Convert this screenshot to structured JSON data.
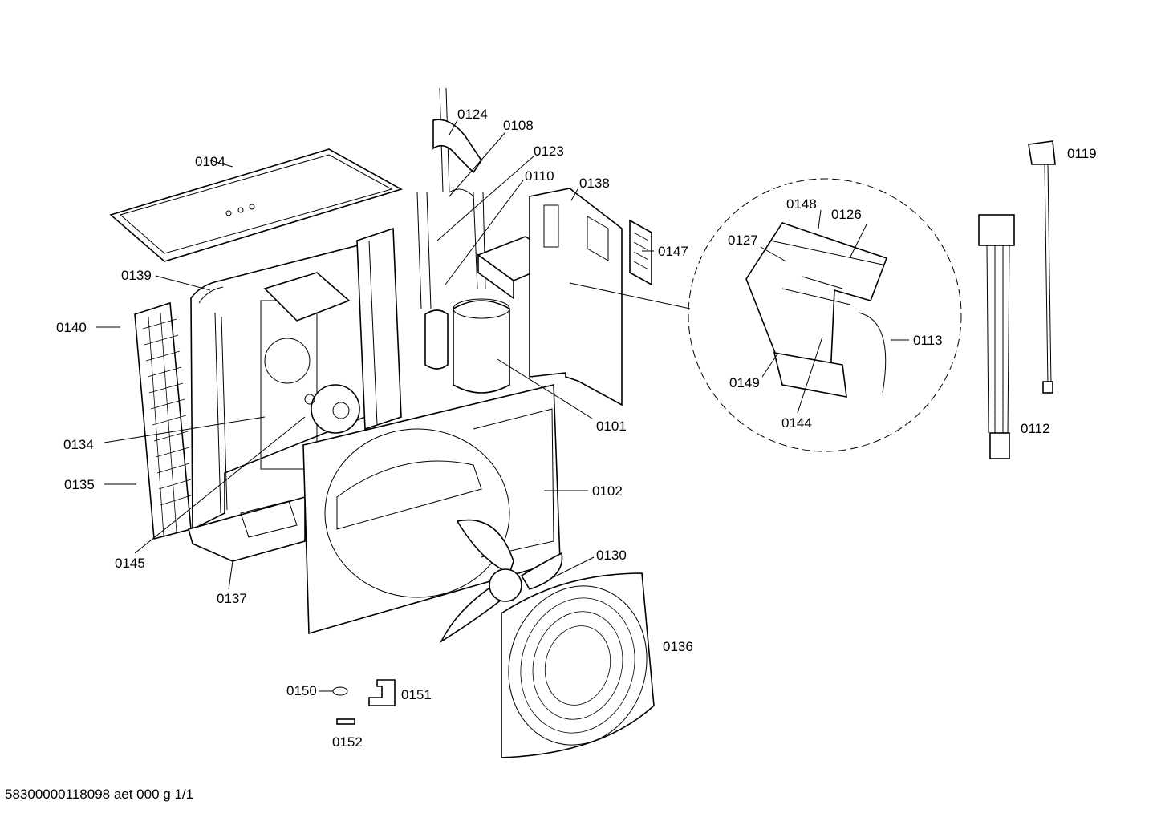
{
  "parts": {
    "p0124": "0124",
    "p0108": "0108",
    "p0123": "0123",
    "p0110": "0110",
    "p0138": "0138",
    "p0104": "0104",
    "p0147": "0147",
    "p0139": "0139",
    "p0140": "0140",
    "p0134": "0134",
    "p0135": "0135",
    "p0145": "0145",
    "p0137": "0137",
    "p0101": "0101",
    "p0102": "0102",
    "p0130": "0130",
    "p0136": "0136",
    "p0150": "0150",
    "p0151": "0151",
    "p0152": "0152",
    "p0148": "0148",
    "p0126": "0126",
    "p0127": "0127",
    "p0113": "0113",
    "p0149": "0149",
    "p0144": "0144",
    "p0119": "0119",
    "p0112": "0112"
  },
  "footer": "58300000118098 aet 000 g 1/1"
}
